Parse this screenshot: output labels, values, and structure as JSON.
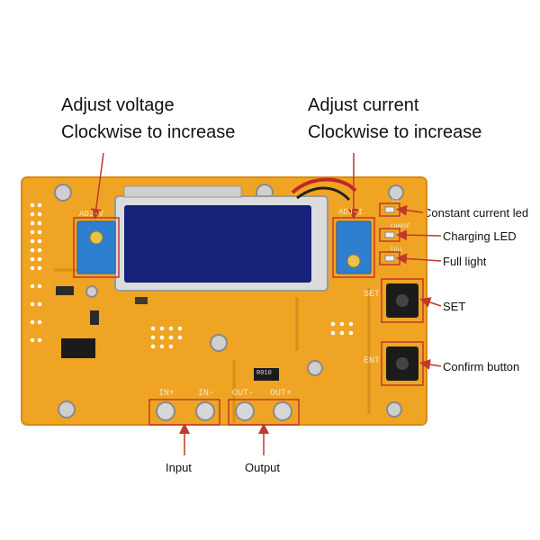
{
  "annotations": {
    "adjust_voltage_title": "Adjust voltage",
    "adjust_voltage_hint": "Clockwise to increase",
    "adjust_current_title": "Adjust current",
    "adjust_current_hint": "Clockwise to increase",
    "constant_current_led": "Constant current led",
    "charging_led": "Charging LED",
    "full_light": "Full light",
    "set": "SET",
    "confirm_button": "Confirm button",
    "input": "Input",
    "output": "Output"
  },
  "silkscreen": {
    "adj_v": "ADJ-V",
    "adj_i": "ADJ-I",
    "charge": "CHARGE",
    "full": "FULL",
    "cc": "CC",
    "set": "SET",
    "ent": "ENT",
    "in_plus": "IN+",
    "in_minus": "IN-",
    "out_minus": "OUT-",
    "out_plus": "OUT+",
    "resistor": "R010"
  },
  "colors": {
    "board": "#f0a423",
    "board_edge": "#d88a12",
    "lcd": "#16227a",
    "callout_line": "#c0392b",
    "trimmer": "#2f7fd0"
  }
}
